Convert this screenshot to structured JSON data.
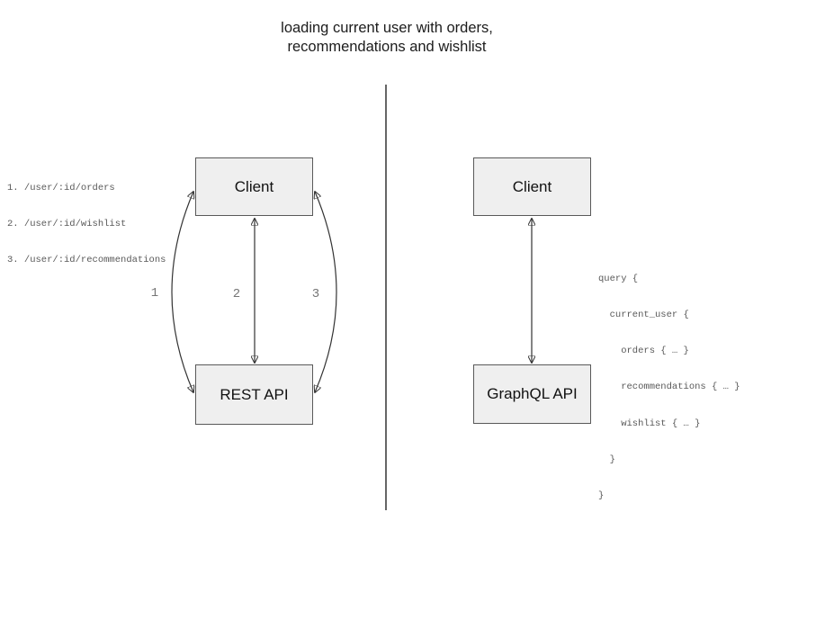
{
  "title": {
    "line1": "loading current user with orders,",
    "line2": "recommendations and wishlist"
  },
  "left_panel": {
    "endpoints": [
      "1. /user/:id/orders",
      "2. /user/:id/wishlist",
      "3. /user/:id/recommendations"
    ],
    "client_label": "Client",
    "api_label": "REST API",
    "arrow_labels": [
      "1",
      "2",
      "3"
    ]
  },
  "right_panel": {
    "client_label": "Client",
    "api_label": "GraphQL API",
    "query_lines": [
      "query {",
      "  current_user {",
      "    orders { … }",
      "    recommendations { … }",
      "    wishlist { … }",
      "  }",
      "}"
    ]
  },
  "colors": {
    "box_fill": "#efefef",
    "box_border": "#595959",
    "arrow": "#333333",
    "divider": "#666666",
    "muted_text": "#595959",
    "label_text": "#757575",
    "title_text": "#1c1c1c"
  }
}
